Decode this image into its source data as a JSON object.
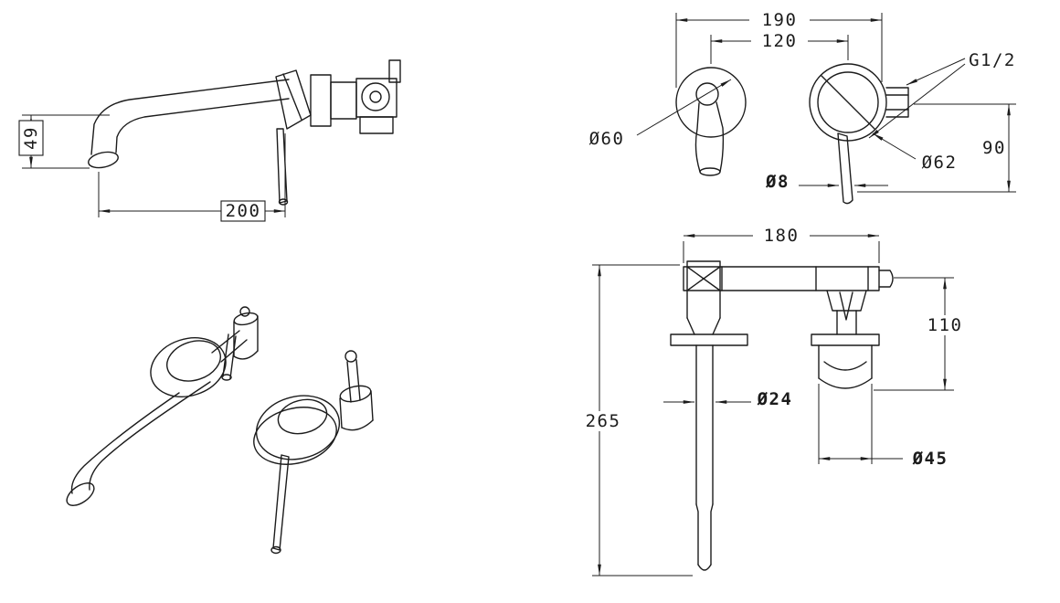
{
  "drawing": {
    "colors": {
      "background": "#ffffff",
      "line": "#1c1c1c"
    },
    "side_view": {
      "spout_height": "49",
      "spout_reach": "200"
    },
    "front_view": {
      "overall_width": "190",
      "center_spacing": "120",
      "left_trim_dia": "Ø60",
      "right_trim_dia": "Ø62",
      "lever_rod_dia": "Ø8",
      "inlet_thread": "G1/2",
      "lever_drop": "90"
    },
    "installation_view": {
      "body_width": "180",
      "spout_assembly_length": "265",
      "valve_depth": "110",
      "spout_tube_dia": "Ø24",
      "cartridge_body_dia": "Ø45"
    }
  }
}
